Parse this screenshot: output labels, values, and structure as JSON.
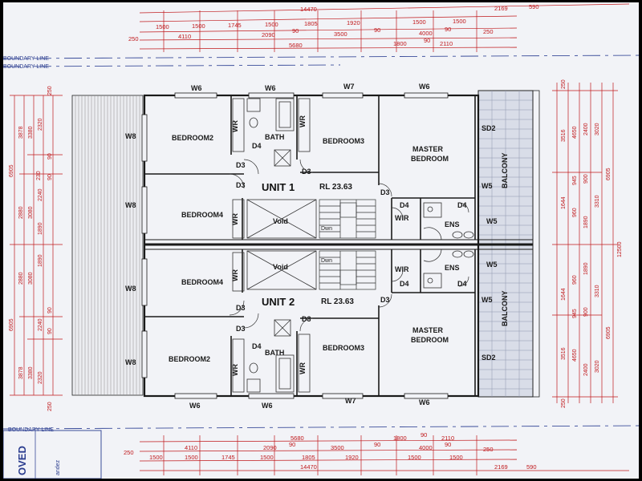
{
  "plan": {
    "top_dims": {
      "row1": [
        "1500",
        "1500",
        "1745",
        "1500",
        "1805",
        "1920",
        "1500",
        "1500"
      ],
      "row1_small": [
        "90",
        "90",
        "90"
      ],
      "row2": [
        "4110",
        "2090",
        "90",
        "3500",
        "90",
        "4000",
        "90"
      ],
      "row3": [
        "5680",
        "1800",
        "90",
        "2110"
      ],
      "total": "14470",
      "left_250": "250",
      "right_250": "250",
      "right_2169": "2169",
      "right_590": "590"
    },
    "bottom_dims": {
      "row1": [
        "5680",
        "1800",
        "90",
        "2110"
      ],
      "row2": [
        "4110",
        "2090",
        "90",
        "3500",
        "90",
        "4000",
        "90"
      ],
      "row3": [
        "1500",
        "1500",
        "1745",
        "1500",
        "1805",
        "1920",
        "1500",
        "1500"
      ],
      "total": "14470",
      "left_250": "250",
      "right_250": "250",
      "right_2169": "2169",
      "right_590": "590"
    },
    "left_dims": {
      "col_outer": [
        "6905"
      ],
      "col_a": [
        "3878",
        "2880",
        "2880",
        "3878"
      ],
      "col_b": [
        "3380",
        "3080",
        "3080",
        "3380"
      ],
      "col_c": [
        "2320",
        "2240",
        "1890",
        "1890",
        "2240",
        "2320"
      ],
      "col_90": [
        "250",
        "90",
        "90",
        "230",
        "90",
        "90",
        "250"
      ]
    },
    "right_dims": {
      "col_a": [
        "250",
        "3516",
        "1644",
        "1644",
        "3516",
        "250"
      ],
      "col_b": [
        "4650",
        "945",
        "960",
        "960",
        "945",
        "4650"
      ],
      "col_c": [
        "2400",
        "900",
        "1890",
        "1890",
        "900",
        "2400"
      ],
      "col_d": [
        "3020",
        "3310",
        "3310",
        "3020"
      ],
      "col_e": [
        "6905",
        "12500",
        "6905"
      ]
    },
    "boundary_top": "BOUNDARY LINE",
    "boundary_top2": "BOUNDARY LINE",
    "boundary_bottom": "BOUNDARY LINE",
    "windows_top": [
      "W6",
      "W6",
      "W7",
      "W6"
    ],
    "windows_bottom": [
      "W6",
      "W6",
      "W7",
      "W6"
    ],
    "left_windows": [
      "W8",
      "W8",
      "W8",
      "W8"
    ],
    "unit1": {
      "label": "UNIT 1",
      "rl": "RL 23.63",
      "bedroom2": "BEDROOM2",
      "bedroom3": "BEDROOM3",
      "bedroom4": "BEDROOM4",
      "master": "MASTER",
      "master2": "BEDROOM",
      "bath": "BATH",
      "void": "Void",
      "wir": "WIR",
      "ens": "ENS",
      "balcony": "BALCONY",
      "wr1": "WR",
      "wr2": "WR",
      "wr3": "WR",
      "d4a": "D4",
      "d3a": "D3",
      "d3b": "D3",
      "d3c": "D3",
      "d3d": "D3",
      "d4b": "D4",
      "d4c": "D4",
      "sd2": "SD2",
      "w5a": "W5",
      "w5b": "W5",
      "dwn": "Dwn"
    },
    "unit2": {
      "label": "UNIT 2",
      "rl": "RL 23.63",
      "bedroom2": "BEDROOM2",
      "bedroom3": "BEDROOM3",
      "bedroom4": "BEDROOM4",
      "master": "MASTER",
      "master2": "BEDROOM",
      "bath": "BATH",
      "void": "Void",
      "wir": "WIR",
      "ens": "ENS",
      "balcony": "BALCONY",
      "wr1": "WR",
      "wr2": "WR",
      "wr3": "WR",
      "d4a": "D4",
      "d3a": "D3",
      "d3b": "D3",
      "d3c": "D3",
      "d3d": "D3",
      "d4b": "D4",
      "d4c": "D4",
      "sd2": "SD2",
      "w5a": "W5",
      "w5b": "W5",
      "dwn": "Dwn"
    },
    "title_block": {
      "stamp": "OVED",
      "name": "andez"
    }
  }
}
